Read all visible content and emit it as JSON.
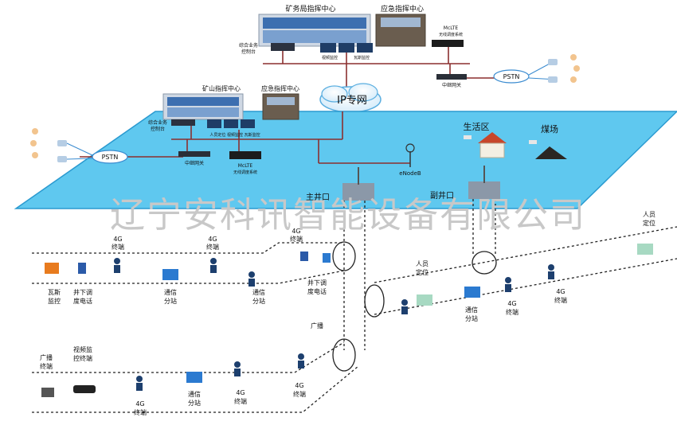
{
  "top": {
    "bureau_center": "矿务局指挥中心",
    "emergency_center_top": "应急指挥中心",
    "integrated_console_top": [
      "综合业务",
      "控制台"
    ],
    "video_monitor_top": "视频监控",
    "gas_monitor_top": "瓦斯监控",
    "mclte_top": [
      "McLTE",
      "无线调度系统"
    ],
    "relay_gateway_top": "中继网关",
    "pstn_top": "PSTN"
  },
  "cloud_label": "IP专网",
  "platform": {
    "mine_center": "矿山指挥中心",
    "emergency_center": "应急指挥中心",
    "integrated_console": [
      "综合业务",
      "控制台"
    ],
    "monitor_note": "人员定位 视频监控 瓦斯监控",
    "relay_gateway": "中继网关",
    "mclte": [
      "McLTE",
      "无线调度系统"
    ],
    "pstn": "PSTN",
    "enodeb": "eNodeB",
    "living_area": "生活区",
    "coal_yard": "煤场",
    "main_shaft": "主井口",
    "aux_shaft": "副井口"
  },
  "watermark": "辽宁安科讯智能设备有限公司",
  "underground": {
    "g4_terminal": [
      "4G",
      "终端"
    ],
    "gas_monitor": [
      "瓦斯",
      "监控"
    ],
    "dispatch_phone_left": [
      "井下调",
      "度电话"
    ],
    "dispatch_phone_shaft": [
      "井下调",
      "度电话"
    ],
    "comm_substation": [
      "通信",
      "分站"
    ],
    "personnel_positioning": [
      "人员",
      "定位"
    ],
    "broadcast": [
      "广播"
    ],
    "broadcast_terminal": [
      "广播",
      "终端"
    ],
    "video_terminal": [
      "视频监",
      "控终端"
    ]
  },
  "colors": {
    "platform": "#5fc8ef",
    "platform_edge": "#2a9ad0",
    "line": "#8b2f2f",
    "dashed": "#222222",
    "equipment": "#2b5aa8"
  }
}
